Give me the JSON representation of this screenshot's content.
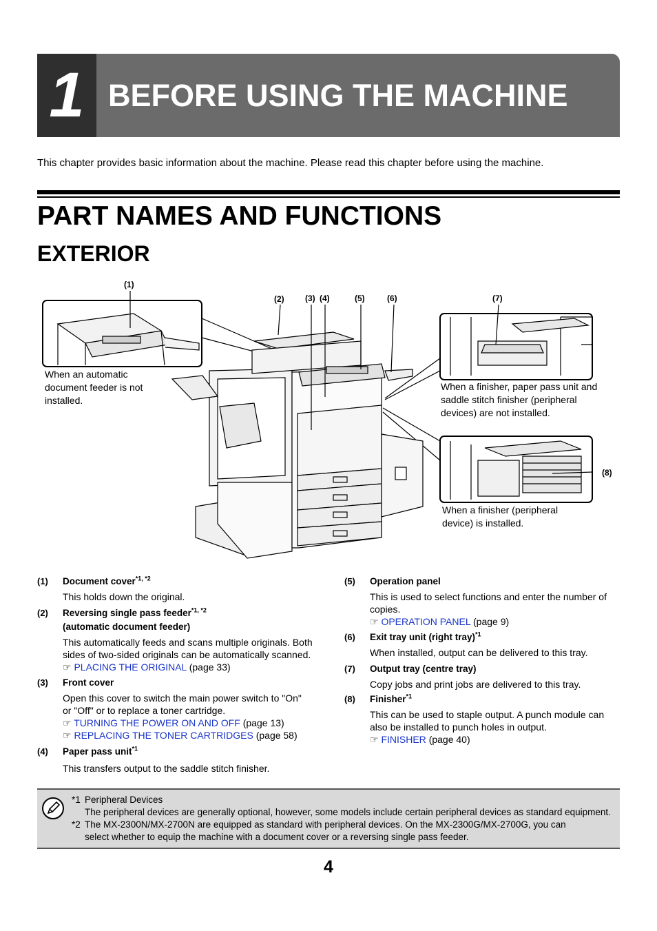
{
  "chapter": {
    "number": "1",
    "title": "BEFORE USING THE MACHINE"
  },
  "intro": "This chapter provides basic information about the machine. Please read this chapter before using the machine.",
  "heading1": "PART NAMES AND FUNCTIONS",
  "heading2": "EXTERIOR",
  "figure": {
    "callouts": [
      "(1)",
      "(2)",
      "(3)",
      "(4)",
      "(5)",
      "(6)",
      "(7)",
      "(8)"
    ],
    "captions": {
      "no_adf": [
        "When an automatic",
        "document feeder is not",
        "installed."
      ],
      "no_finisher": [
        "When a finisher, paper pass unit and",
        "saddle stitch finisher (peripheral",
        "devices) are not installed."
      ],
      "finisher": [
        "When a finisher (peripheral",
        "device) is installed."
      ]
    }
  },
  "items": [
    {
      "num": "(1)",
      "title": "Document cover",
      "sup": "*1, *2",
      "desc": [
        "This holds down the original."
      ],
      "links": []
    },
    {
      "num": "(2)",
      "title": "Reversing single pass feeder",
      "sup": "*1, *2",
      "title2": "(automatic document feeder)",
      "desc": [
        "This automatically feeds and scans multiple originals. Both",
        "sides of two-sided originals can be automatically scanned."
      ],
      "links": [
        {
          "text": "PLACING THE ORIGINAL",
          "page": "(page 33)"
        }
      ]
    },
    {
      "num": "(3)",
      "title": "Front cover",
      "sup": "",
      "desc": [
        "Open this cover to switch the main power switch to \"On\"",
        "or \"Off\" or to replace a toner cartridge."
      ],
      "links": [
        {
          "text": "TURNING THE POWER ON AND OFF",
          "page": "(page 13)"
        },
        {
          "text": "REPLACING THE TONER CARTRIDGES",
          "page": "(page 58)"
        }
      ]
    },
    {
      "num": "(4)",
      "title": "Paper pass unit",
      "sup": "*1",
      "desc": [
        "This transfers output to the saddle stitch finisher."
      ],
      "links": []
    },
    {
      "num": "(5)",
      "title": "Operation panel",
      "sup": "",
      "desc": [
        "This is used to select functions and enter the number of",
        "copies."
      ],
      "links": [
        {
          "text": "OPERATION PANEL",
          "page": "(page 9)"
        }
      ]
    },
    {
      "num": "(6)",
      "title": "Exit tray unit (right tray)",
      "sup": "*1",
      "desc": [
        "When installed, output can be delivered to this tray."
      ],
      "links": []
    },
    {
      "num": "(7)",
      "title": "Output tray (centre tray)",
      "sup": "",
      "desc": [
        "Copy jobs and print jobs are delivered to this tray."
      ],
      "links": []
    },
    {
      "num": "(8)",
      "title": "Finisher",
      "sup": "*1",
      "desc": [
        "This can be used to staple output. A punch module can",
        "also be installed to punch holes in output."
      ],
      "links": [
        {
          "text": "FINISHER",
          "page": "(page 40)"
        }
      ]
    }
  ],
  "note": {
    "lines": [
      {
        "mark": "*1",
        "text": "Peripheral Devices"
      },
      {
        "mark": "",
        "text": "The peripheral devices are generally optional, however, some models include certain peripheral devices as standard equipment."
      },
      {
        "mark": "*2",
        "text": "The MX-2300N/MX-2700N are equipped as standard with peripheral devices. On the MX-2300G/MX-2700G, you can"
      },
      {
        "mark": "",
        "text": "select whether to equip the machine with a document cover or a reversing single pass feeder."
      }
    ]
  },
  "page_number": "4",
  "pointer_icon": "pointing-hand-icon",
  "colors": {
    "banner": "#6b6b6b",
    "banner_number_bg": "#2f2f2f",
    "link": "#1a35c8",
    "note_bg": "#d9d9d9"
  }
}
